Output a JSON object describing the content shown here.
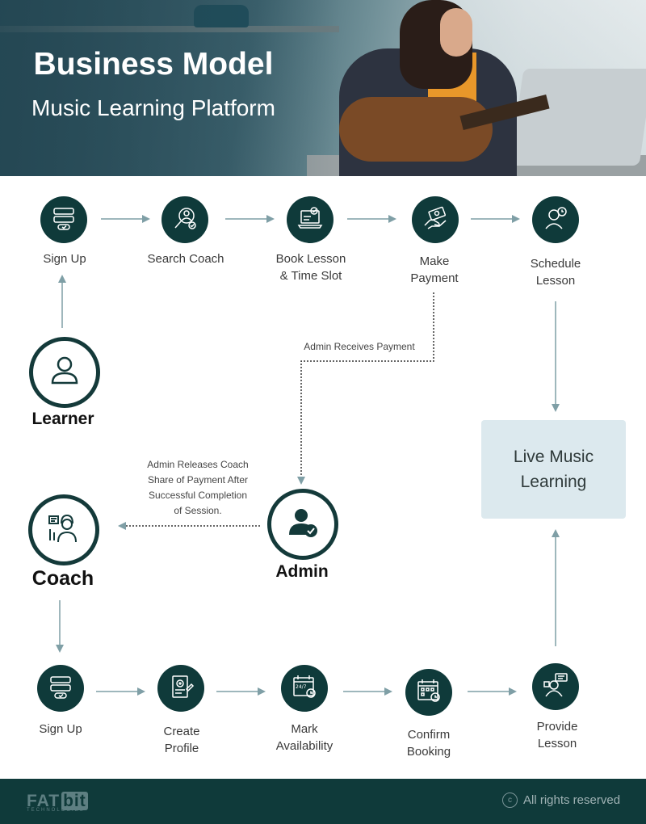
{
  "header": {
    "title": "Business Model",
    "subtitle": "Music Learning Platform"
  },
  "learner_flow": [
    {
      "label": "Sign Up",
      "icon": "signup-form-icon"
    },
    {
      "label": "Search Coach",
      "icon": "search-user-icon"
    },
    {
      "label": "Book Lesson\n& Time Slot",
      "icon": "laptop-booking-icon"
    },
    {
      "label": "Make\nPayment",
      "icon": "payment-hand-icon"
    },
    {
      "label": "Schedule\nLesson",
      "icon": "schedule-person-icon"
    }
  ],
  "coach_flow": [
    {
      "label": "Sign Up",
      "icon": "signup-form-icon"
    },
    {
      "label": "Create\nProfile",
      "icon": "profile-document-icon"
    },
    {
      "label": "Mark\nAvailability",
      "icon": "calendar-24-7-icon"
    },
    {
      "label": "Confirm\nBooking",
      "icon": "calendar-clock-icon"
    },
    {
      "label": "Provide\nLesson",
      "icon": "teacher-board-icon"
    }
  ],
  "actors": {
    "learner": "Learner",
    "coach": "Coach",
    "admin": "Admin"
  },
  "notes": {
    "admin_receives": "Admin Receives Payment",
    "admin_releases": "Admin Releases Coach\nShare of Payment After\nSuccessful Completion\nof Session."
  },
  "live": "Live Music\nLearning",
  "footer": {
    "logo_main": "FAT",
    "logo_bit": "bit",
    "logo_sub": "TECHNOLOGIES",
    "copyright_symbol": "c",
    "rights": "All rights reserved"
  },
  "colors": {
    "node": "#0f3a3a",
    "arrow": "#7f9fa6",
    "live_box": "#dce9ee",
    "footer": "#0f3a3a"
  }
}
